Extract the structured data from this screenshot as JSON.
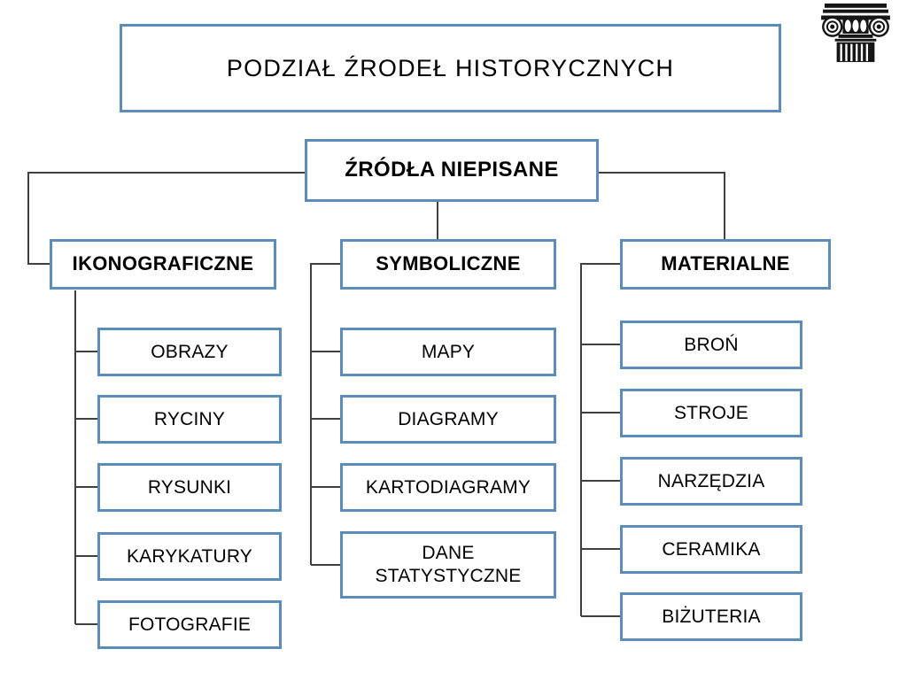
{
  "page": {
    "title": "PODZIAŁ  ŹRODEŁ HISTORYCZNYCH",
    "background_color": "#FFFFFF",
    "box_border_color": "#5B8DB8",
    "connector_color": "#404040",
    "text_color": "#000000"
  },
  "logo": {
    "name": "ionic-column-capital-icon",
    "color": "#1A1A1A"
  },
  "root": {
    "label": "ŹRÓDŁA NIEPISANE"
  },
  "categories": [
    {
      "id": "ikonograficzne",
      "label": "IKONOGRAFICZNE",
      "children": [
        {
          "label": "OBRAZY"
        },
        {
          "label": "RYCINY"
        },
        {
          "label": "RYSUNKI"
        },
        {
          "label": "KARYKATURY"
        },
        {
          "label": "FOTOGRAFIE"
        }
      ]
    },
    {
      "id": "symboliczne",
      "label": "SYMBOLICZNE",
      "children": [
        {
          "label": "MAPY"
        },
        {
          "label": "DIAGRAMY"
        },
        {
          "label": "KARTODIAGRAMY"
        },
        {
          "label": "DANE\nSTATYSTYCZNE"
        }
      ]
    },
    {
      "id": "materialne",
      "label": "MATERIALNE",
      "children": [
        {
          "label": "BROŃ"
        },
        {
          "label": "STROJE"
        },
        {
          "label": "NARZĘDZIA"
        },
        {
          "label": "CERAMIKA"
        },
        {
          "label": "BIŻUTERIA"
        }
      ]
    }
  ]
}
